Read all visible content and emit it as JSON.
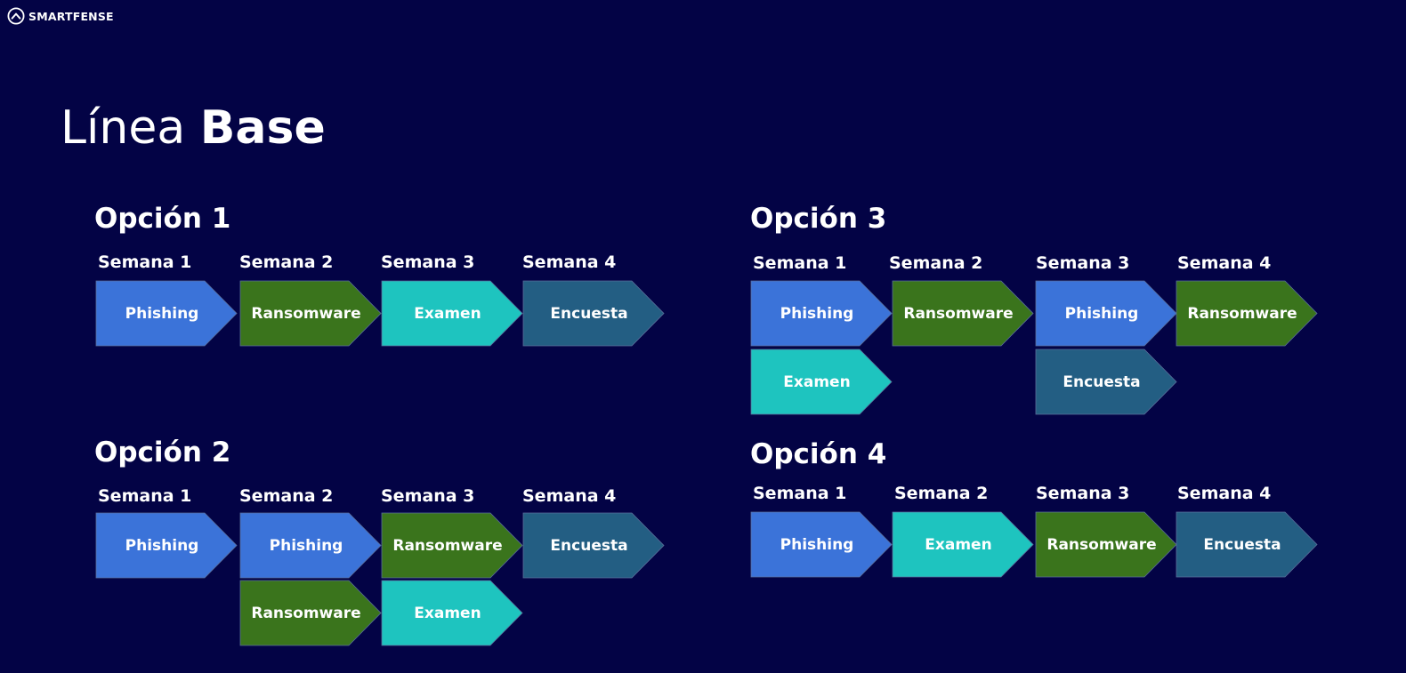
{
  "brand": {
    "name": "SMARTFENSE",
    "icon": "smartfense-logo-icon"
  },
  "title": {
    "light": "Línea ",
    "bold": "Base"
  },
  "colors": {
    "background": "#030345",
    "Phishing": "#3b73d9",
    "Ransomware": "#3a741c",
    "Examen": "#1ec4bf",
    "Encuesta": "#235e83"
  },
  "options": [
    {
      "title": "Opción 1",
      "weeks": [
        "Semana 1",
        "Semana 2",
        "Semana 3",
        "Semana 4"
      ],
      "activities": [
        {
          "week": 1,
          "row": 1,
          "label": "Phishing",
          "type": "Phishing"
        },
        {
          "week": 2,
          "row": 1,
          "label": "Ransomware",
          "type": "Ransomware"
        },
        {
          "week": 3,
          "row": 1,
          "label": "Examen",
          "type": "Examen"
        },
        {
          "week": 4,
          "row": 1,
          "label": "Encuesta",
          "type": "Encuesta"
        }
      ]
    },
    {
      "title": "Opción 2",
      "weeks": [
        "Semana 1",
        "Semana 2",
        "Semana 3",
        "Semana 4"
      ],
      "activities": [
        {
          "week": 1,
          "row": 1,
          "label": "Phishing",
          "type": "Phishing"
        },
        {
          "week": 2,
          "row": 1,
          "label": "Phishing",
          "type": "Phishing"
        },
        {
          "week": 3,
          "row": 1,
          "label": "Ransomware",
          "type": "Ransomware"
        },
        {
          "week": 4,
          "row": 1,
          "label": "Encuesta",
          "type": "Encuesta"
        },
        {
          "week": 2,
          "row": 2,
          "label": "Ransomware",
          "type": "Ransomware"
        },
        {
          "week": 3,
          "row": 2,
          "label": "Examen",
          "type": "Examen"
        }
      ]
    },
    {
      "title": "Opción 3",
      "weeks": [
        "Semana 1",
        "Semana 2",
        "Semana 3",
        "Semana 4"
      ],
      "activities": [
        {
          "week": 1,
          "row": 1,
          "label": "Phishing",
          "type": "Phishing"
        },
        {
          "week": 2,
          "row": 1,
          "label": "Ransomware",
          "type": "Ransomware"
        },
        {
          "week": 3,
          "row": 1,
          "label": "Phishing",
          "type": "Phishing"
        },
        {
          "week": 4,
          "row": 1,
          "label": "Ransomware",
          "type": "Ransomware"
        },
        {
          "week": 1,
          "row": 2,
          "label": "Examen",
          "type": "Examen"
        },
        {
          "week": 3,
          "row": 2,
          "label": "Encuesta",
          "type": "Encuesta"
        }
      ]
    },
    {
      "title": "Opción 4",
      "weeks": [
        "Semana 1",
        "Semana 2",
        "Semana 3",
        "Semana 4"
      ],
      "activities": [
        {
          "week": 1,
          "row": 1,
          "label": "Phishing",
          "type": "Phishing"
        },
        {
          "week": 2,
          "row": 1,
          "label": "Examen",
          "type": "Examen"
        },
        {
          "week": 3,
          "row": 1,
          "label": "Ransomware",
          "type": "Ransomware"
        },
        {
          "week": 4,
          "row": 1,
          "label": "Encuesta",
          "type": "Encuesta"
        }
      ]
    }
  ]
}
